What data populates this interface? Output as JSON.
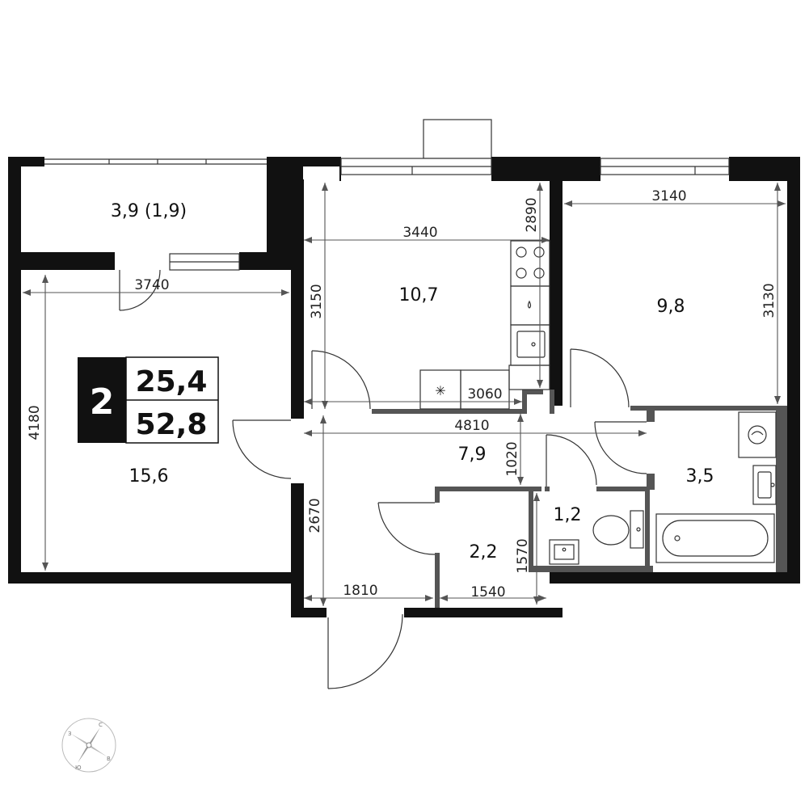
{
  "apartment": {
    "rooms_count": "2",
    "living_area": "25,4",
    "total_area": "52,8"
  },
  "rooms": {
    "balcony": "3,9 (1,9)",
    "living_room": "15,6",
    "kitchen": "10,7",
    "bedroom": "9,8",
    "hall": "7,9",
    "bathroom": "3,5",
    "toilet": "1,2",
    "storage": "2,2"
  },
  "dimensions": {
    "living_width": "3740",
    "living_depth": "4180",
    "kitchen_width": "3440",
    "kitchen_depth": "3150",
    "kitchen_upper": "2890",
    "kitchen_lower_width": "3060",
    "bedroom_width": "3140",
    "bedroom_depth": "3130",
    "hall_width": "4810",
    "hall_depth": "2670",
    "corridor_depth": "1020",
    "entry_width": "1810",
    "storage_width": "1540",
    "storage_depth": "1570"
  },
  "compass": {
    "north": "С",
    "south": "Ю",
    "west": "З",
    "east": "В"
  }
}
